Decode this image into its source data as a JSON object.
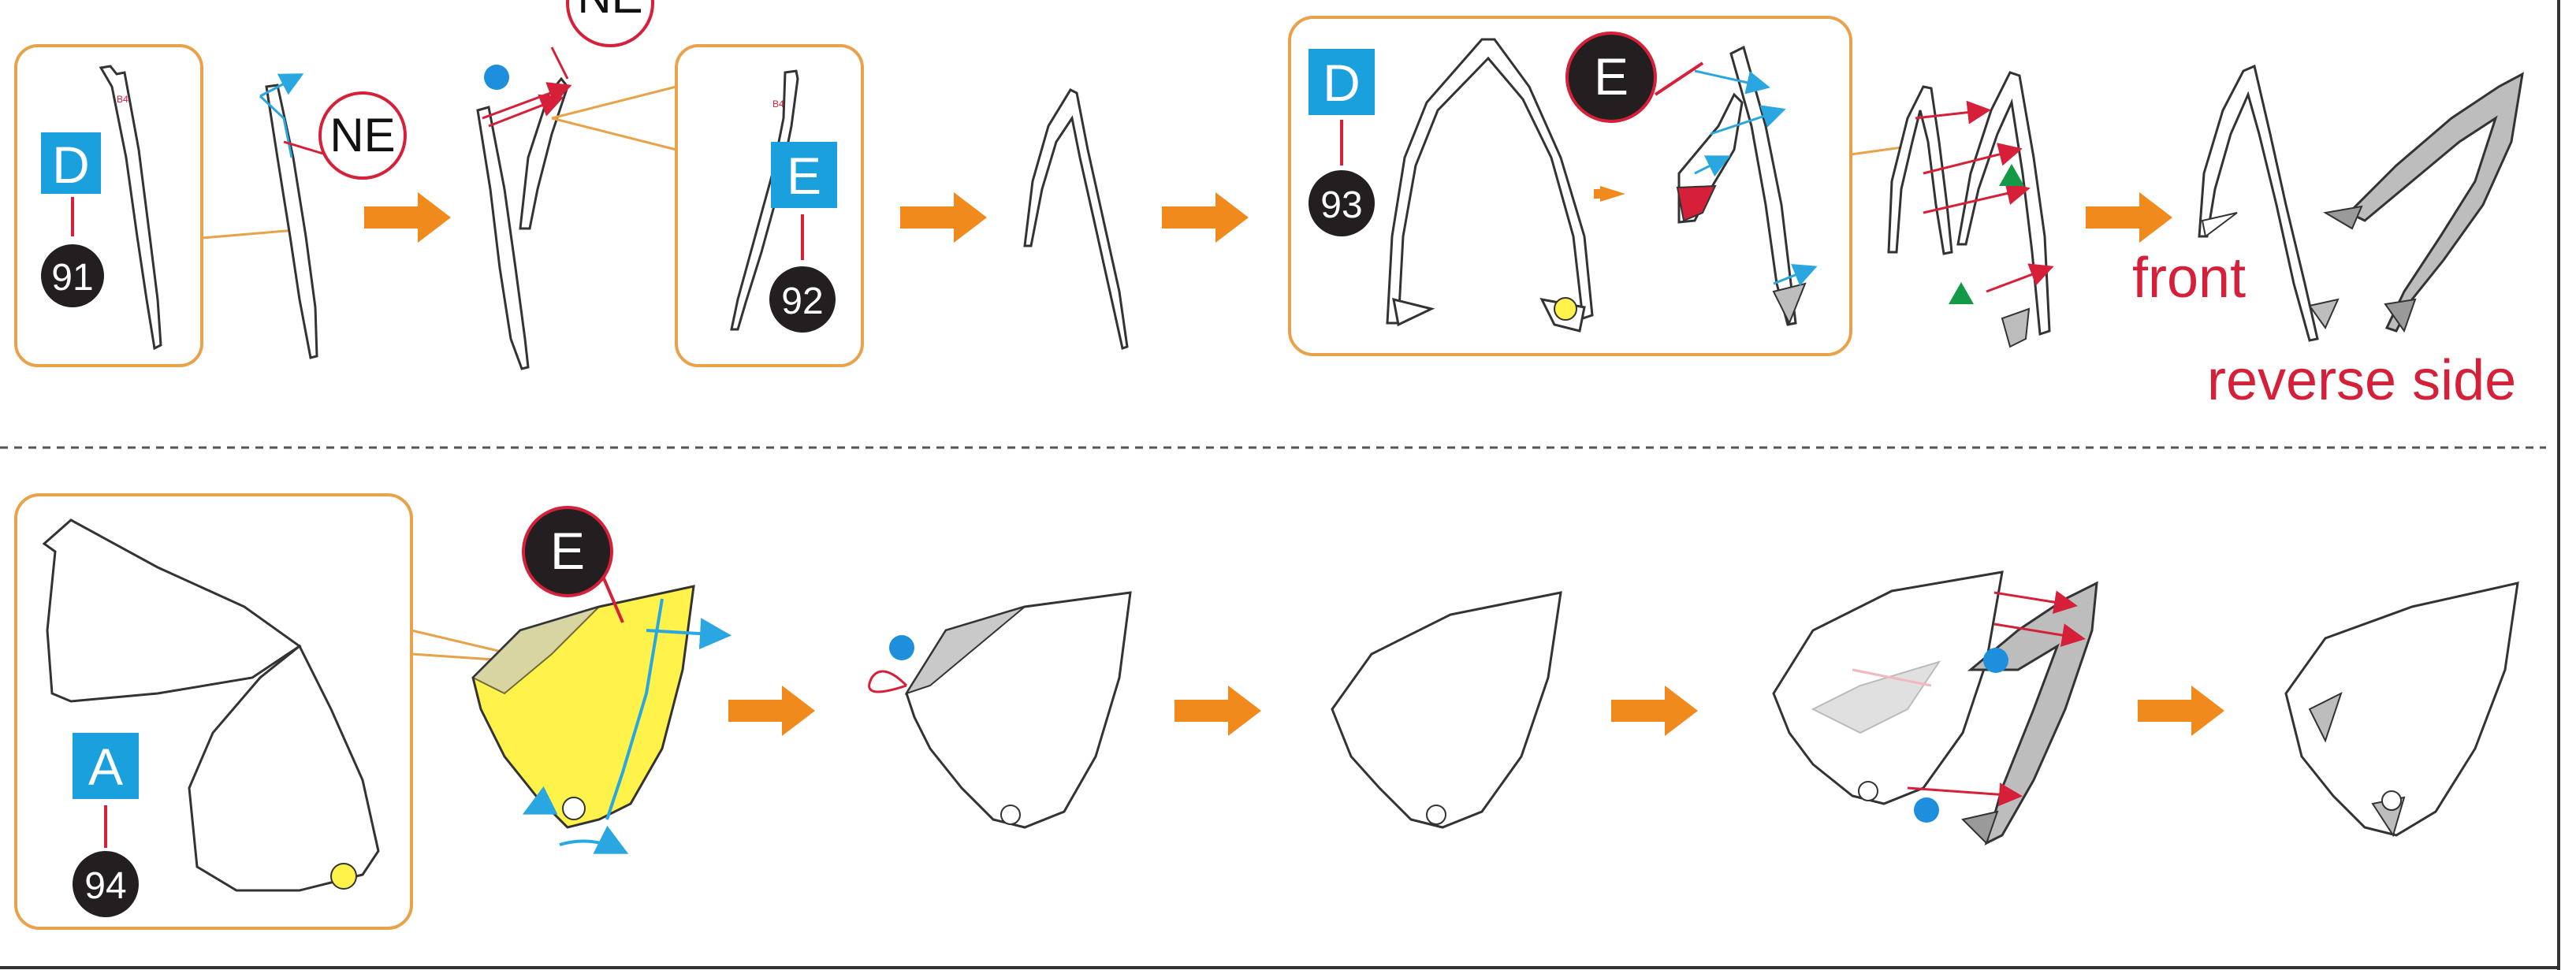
{
  "labels": {
    "front": "front",
    "reverse_side": "reverse side"
  },
  "steps": {
    "d91": {
      "letter": "D",
      "number": "91"
    },
    "ne1": {
      "badge": "NE"
    },
    "ne2": {
      "badge": "NE"
    },
    "e92": {
      "letter": "E",
      "number": "92"
    },
    "d93": {
      "letter": "D",
      "number": "93"
    },
    "e93": {
      "badge": "E"
    },
    "a94": {
      "letter": "A",
      "number": "94"
    },
    "e94": {
      "badge": "E"
    }
  },
  "part_marks": {
    "b4": "B4"
  },
  "colors": {
    "panel_border": "#e8a24a",
    "arrow": "#f08a1c",
    "blue_box": "#1aa0dd",
    "callout_red": "#d6203a",
    "guide_blue": "#2aa7e0",
    "highlight_yellow": "#fff24a",
    "marker_green": "#129a48",
    "dot_blue": "#1e8fdc",
    "dark_circle": "#231f20"
  },
  "icons": [
    "process-arrow-icon",
    "blue-dot-icon",
    "green-triangle-icon"
  ]
}
